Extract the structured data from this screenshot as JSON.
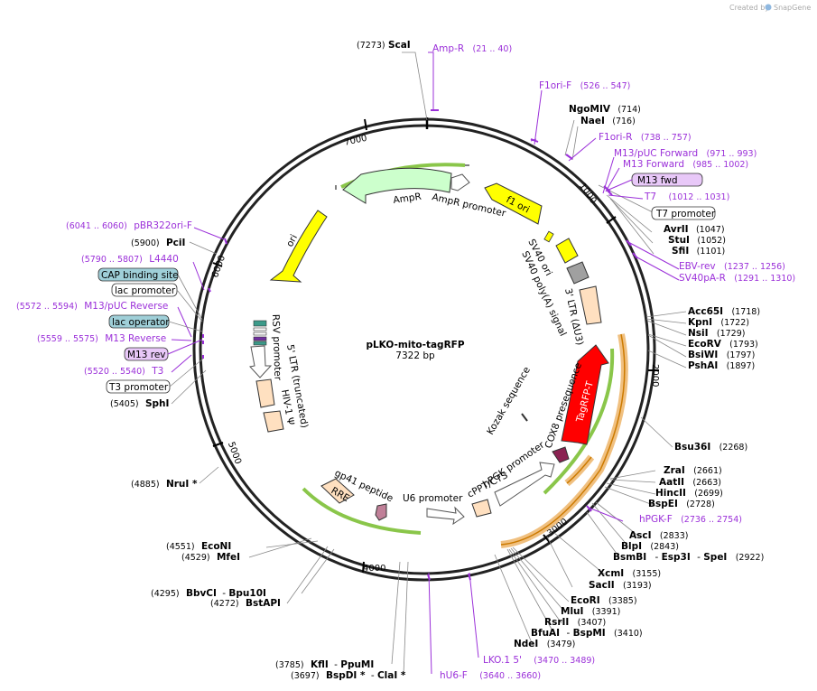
{
  "credit": {
    "prefix": "Created by",
    "brand": "SnapGene"
  },
  "plasmid": {
    "name": "pLKO-mito-tagRFP",
    "size": "7322 bp"
  },
  "colors": {
    "primer": "#9b30d9",
    "ori": "#ffff00",
    "amp": "#ccffcc",
    "ltr": "#ffe0c0",
    "rfp": "#ff0000",
    "grey": "#a0a0a0",
    "bluebox": "#9fcfd8",
    "purplebox": "#e8c8f8"
  },
  "ticks": [
    {
      "id": "t1000",
      "label": "1000"
    },
    {
      "id": "t2000",
      "label": "2000"
    },
    {
      "id": "t3000",
      "label": "3000"
    },
    {
      "id": "t4000",
      "label": "4000"
    },
    {
      "id": "t5000",
      "label": "5000"
    },
    {
      "id": "t6000",
      "label": "6000"
    },
    {
      "id": "t7000",
      "label": "7000"
    }
  ],
  "sites": [
    {
      "id": "scai",
      "pos": "(7273)",
      "name": "ScaI"
    },
    {
      "id": "ngomiv",
      "name": "NgoMIV",
      "pos": "(714)"
    },
    {
      "id": "naei",
      "name": "NaeI",
      "pos": "(716)"
    },
    {
      "id": "avrii",
      "name": "AvrII",
      "pos": "(1047)"
    },
    {
      "id": "stui",
      "name": "StuI",
      "pos": "(1052)"
    },
    {
      "id": "sfii",
      "name": "SfiI",
      "pos": "(1101)"
    },
    {
      "id": "acc65i",
      "name": "Acc65I",
      "pos": "(1718)"
    },
    {
      "id": "kpni",
      "name": "KpnI",
      "pos": "(1722)"
    },
    {
      "id": "nsii",
      "name": "NsiI",
      "pos": "(1729)"
    },
    {
      "id": "ecorv",
      "name": "EcoRV",
      "pos": "(1793)"
    },
    {
      "id": "bsiwi",
      "name": "BsiWI",
      "pos": "(1797)"
    },
    {
      "id": "pshai",
      "name": "PshAI",
      "pos": "(1897)"
    },
    {
      "id": "bsu36i",
      "name": "Bsu36I",
      "pos": "(2268)"
    },
    {
      "id": "zrai",
      "name": "ZraI",
      "pos": "(2661)"
    },
    {
      "id": "aatii",
      "name": "AatII",
      "pos": "(2663)"
    },
    {
      "id": "hincii",
      "name": "HincII",
      "pos": "(2699)"
    },
    {
      "id": "bspei",
      "name": "BspEI",
      "pos": "(2728)"
    },
    {
      "id": "asci",
      "name": "AscI",
      "pos": "(2833)"
    },
    {
      "id": "blpi",
      "name": "BlpI",
      "pos": "(2843)"
    },
    {
      "id": "bsmbi",
      "name": "BsmBI",
      "sep": "-",
      "name2": "Esp3I",
      "sep2": "-",
      "name3": "SpeI",
      "pos": "(2922)"
    },
    {
      "id": "xcmi",
      "name": "XcmI",
      "pos": "(3155)"
    },
    {
      "id": "sacii",
      "name": "SacII",
      "pos": "(3193)"
    },
    {
      "id": "ecori",
      "name": "EcoRI",
      "pos": "(3385)"
    },
    {
      "id": "mlui",
      "name": "MluI",
      "pos": "(3391)"
    },
    {
      "id": "rsrii",
      "name": "RsrII",
      "pos": "(3407)"
    },
    {
      "id": "bfuai",
      "name": "BfuAI",
      "sep": "-",
      "name2": "BspMI",
      "pos": "(3410)"
    },
    {
      "id": "ndei",
      "name": "NdeI",
      "pos": "(3479)"
    },
    {
      "id": "kfli",
      "pos": "(3785)",
      "name": "KflI",
      "sep": "-",
      "name2": "PpuMI"
    },
    {
      "id": "bspdi",
      "pos": "(3697)",
      "name": "BspDI *",
      "sep": "-",
      "name2": "ClaI *"
    },
    {
      "id": "bbvci",
      "pos": "(4295)",
      "name": "BbvCI",
      "sep": "-",
      "name2": "Bpu10I"
    },
    {
      "id": "bstapi",
      "pos": "(4272)",
      "name": "BstAPI"
    },
    {
      "id": "econi",
      "pos": "(4551)",
      "name": "EcoNI"
    },
    {
      "id": "mfei",
      "pos": "(4529)",
      "name": "MfeI"
    },
    {
      "id": "nrui",
      "pos": "(4885)",
      "name": "NruI *"
    },
    {
      "id": "sphi",
      "pos": "(5405)",
      "name": "SphI"
    },
    {
      "id": "pcii",
      "pos": "(5900)",
      "name": "PciI"
    }
  ],
  "primers": [
    {
      "id": "ampr",
      "name": "Amp-R",
      "range": "(21 .. 40)"
    },
    {
      "id": "f1orif",
      "name": "F1ori-F",
      "range": "(526 .. 547)"
    },
    {
      "id": "f1orir",
      "name": "F1ori-R",
      "range": "(738 .. 757)"
    },
    {
      "id": "m13pucf",
      "name": "M13/pUC Forward",
      "range": "(971 .. 993)"
    },
    {
      "id": "m13fwd",
      "name": "M13 Forward",
      "range": "(985 .. 1002)"
    },
    {
      "id": "t7",
      "name": "T7",
      "range": "(1012 .. 1031)"
    },
    {
      "id": "ebvrev",
      "name": "EBV-rev",
      "range": "(1237 .. 1256)"
    },
    {
      "id": "sv40par",
      "name": "SV40pA-R",
      "range": "(1291 .. 1310)"
    },
    {
      "id": "hpgkf",
      "name": "hPGK-F",
      "range": "(2736 .. 2754)"
    },
    {
      "id": "lko1",
      "name": "LKO.1 5'",
      "range": "(3470 .. 3489)"
    },
    {
      "id": "hu6f",
      "name": "hU6-F",
      "range": "(3640 .. 3660)"
    },
    {
      "id": "t3",
      "range": "(5520 .. 5540)",
      "name": "T3"
    },
    {
      "id": "m13rev",
      "range": "(5559 .. 5575)",
      "name": "M13 Reverse"
    },
    {
      "id": "m13pucr",
      "range": "(5572 .. 5594)",
      "name": "M13/pUC Reverse"
    },
    {
      "id": "l4440",
      "range": "(5790 .. 5807)",
      "name": "L4440"
    },
    {
      "id": "pbr322",
      "range": "(6041 .. 6060)",
      "name": "pBR322ori-F"
    }
  ],
  "boxes": [
    {
      "id": "m13fwdbox",
      "label": "M13 fwd",
      "style": "purple"
    },
    {
      "id": "t7prom",
      "label": "T7 promoter",
      "style": "white"
    },
    {
      "id": "capsite",
      "label": "CAP binding site",
      "style": "blue"
    },
    {
      "id": "lacprom",
      "label": "lac promoter",
      "style": "white"
    },
    {
      "id": "lacop",
      "label": "lac operator",
      "style": "blue"
    },
    {
      "id": "m13revbox",
      "label": "M13 rev",
      "style": "purple"
    },
    {
      "id": "t3prom",
      "label": "T3 promoter",
      "style": "white"
    }
  ],
  "features": [
    {
      "id": "f1ori",
      "label": "f1 ori"
    },
    {
      "id": "amprprom",
      "label": "AmpR promoter"
    },
    {
      "id": "ampr",
      "label": "AmpR"
    },
    {
      "id": "ori",
      "label": "ori"
    },
    {
      "id": "sv40ori",
      "label": "SV40 ori"
    },
    {
      "id": "sv40polya",
      "label": "SV40 poly(A) signal"
    },
    {
      "id": "ltr3",
      "label": "3' LTR (ΔU3)"
    },
    {
      "id": "tagrfp",
      "label": "TagRFP-T"
    },
    {
      "id": "cox8",
      "label": "COX8 presequence"
    },
    {
      "id": "kozak",
      "label": "Kozak sequence"
    },
    {
      "id": "hpgk",
      "label": "hPGK promoter"
    },
    {
      "id": "cppt",
      "label": "cPPT/CTS"
    },
    {
      "id": "u6",
      "label": "U6 promoter"
    },
    {
      "id": "gp41",
      "label": "gp41 peptide"
    },
    {
      "id": "rre",
      "label": "RRE"
    },
    {
      "id": "psi",
      "label": "HIV-1 Ψ"
    },
    {
      "id": "ltr5",
      "label": "5' LTR (truncated)"
    },
    {
      "id": "rsv",
      "label": "RSV promoter"
    }
  ]
}
